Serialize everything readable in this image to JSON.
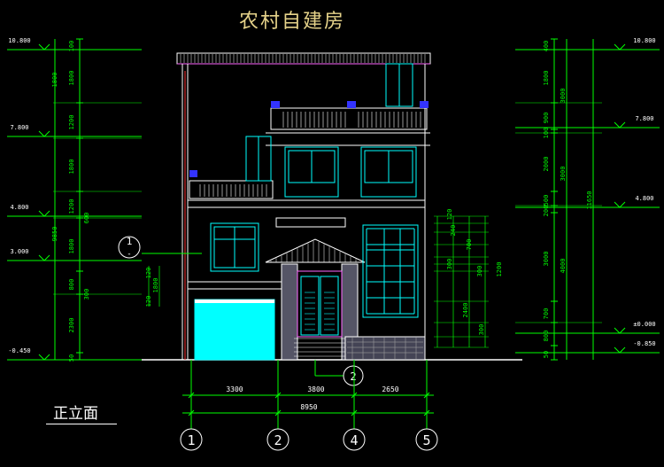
{
  "title": "农村自建房",
  "view_label": "正立面",
  "left_elevations": [
    "10.800",
    "7.800",
    "4.800",
    "3.000",
    "-0.450"
  ],
  "right_elevations": [
    "10.800",
    "7.800",
    "4.800",
    "±0.000",
    "-0.850"
  ],
  "left_dims_a": [
    "100",
    "1800",
    "1200",
    "1800",
    "1200",
    "1800",
    "800",
    "2300",
    "50"
  ],
  "left_dims_b": [
    "1800",
    "9850",
    "600",
    "300"
  ],
  "right_dims_a": [
    "400",
    "1800",
    "900",
    "100",
    "2000",
    "500",
    "200",
    "3000",
    "700",
    "800",
    "50"
  ],
  "right_dims_b": [
    "3000",
    "3000",
    "4000",
    "11650"
  ],
  "mid_dims": [
    "120",
    "240",
    "700",
    "300",
    "300",
    "1200",
    "2400",
    "300"
  ],
  "porch_dims": [
    "120",
    "1800",
    "120"
  ],
  "horizontal_dims": [
    "3300",
    "3800",
    "2650"
  ],
  "total_width": "8950",
  "axis_labels": [
    "1",
    "2",
    "4",
    "5"
  ],
  "callout_1": "1",
  "callout_1_sub": "-",
  "callout_2": "2",
  "colors": {
    "dim_line": "#00ff00",
    "wall": "#ffffff",
    "window": "#00ffff",
    "roof": "#ff66ff",
    "red": "#ff3333",
    "title": "#e6d38a"
  }
}
